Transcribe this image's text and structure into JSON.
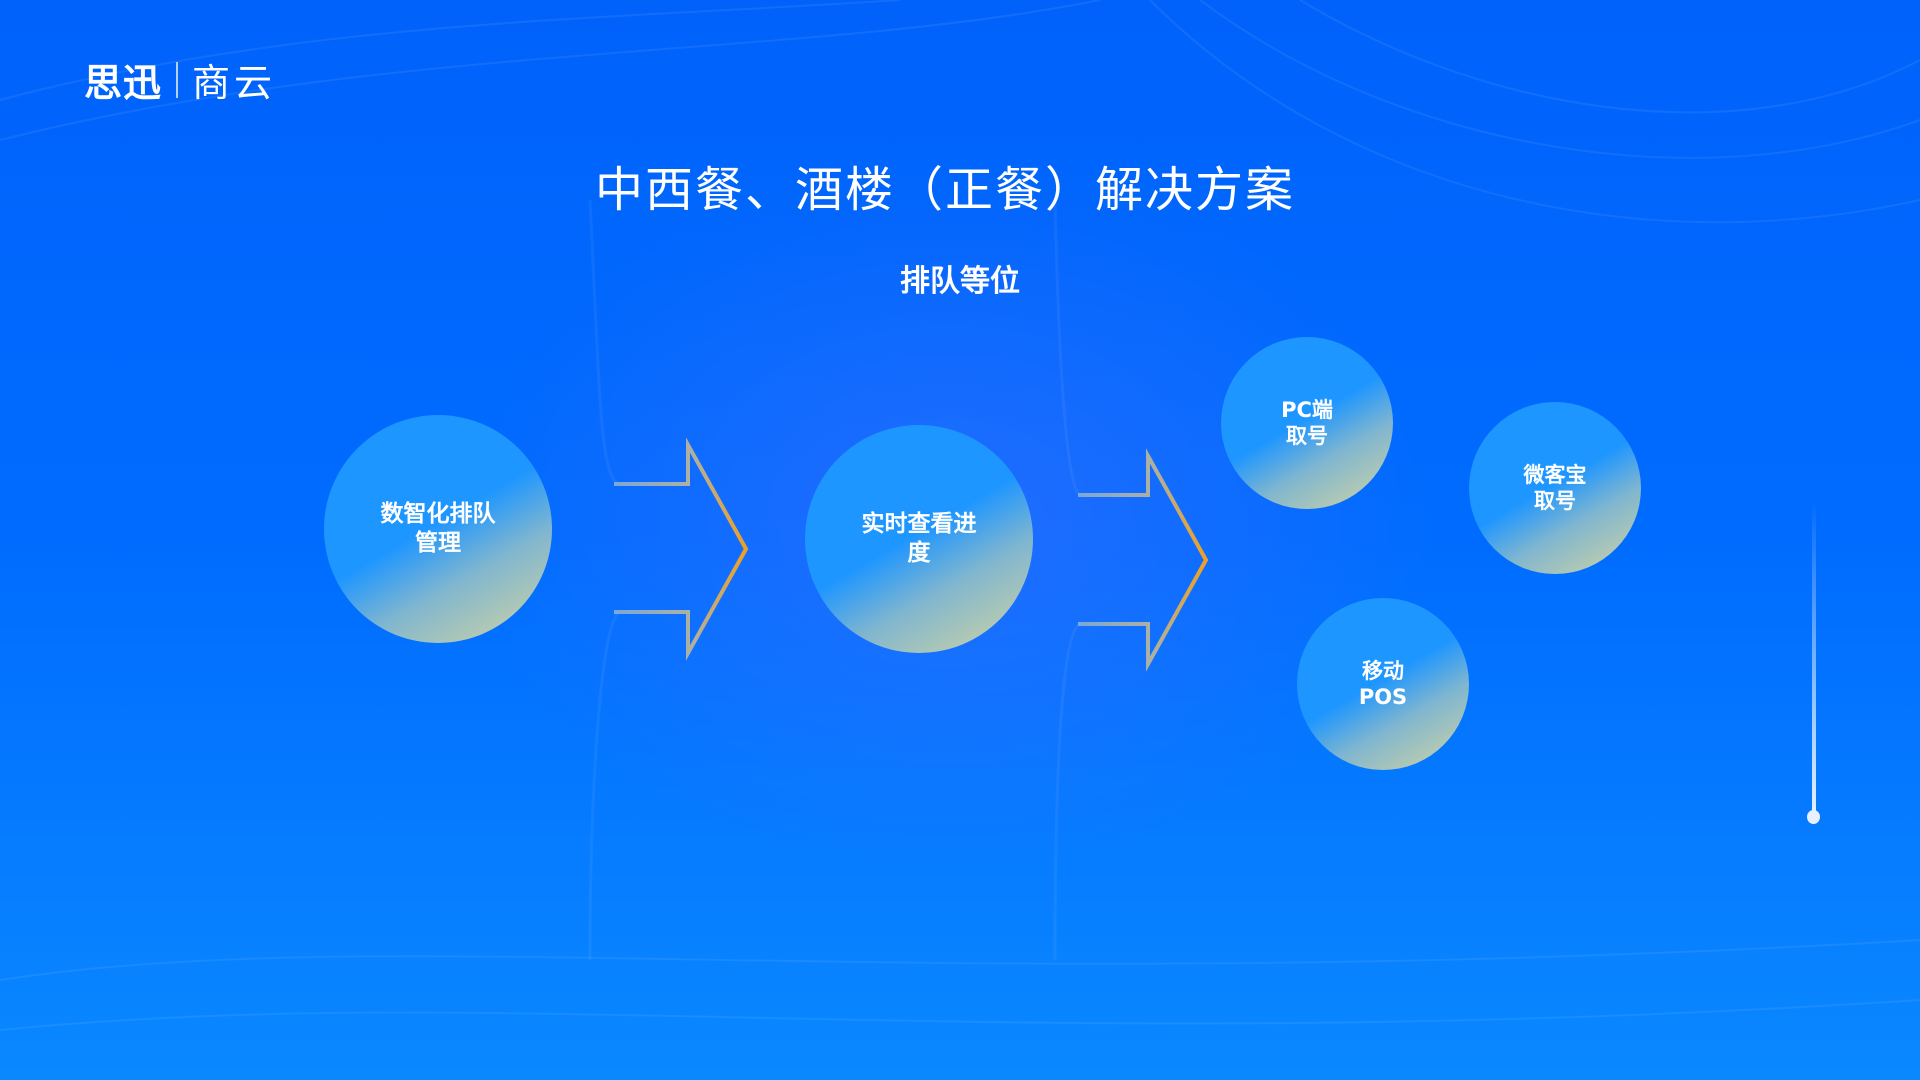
{
  "logo": {
    "brand": "思迅",
    "product": "商云"
  },
  "title": "中西餐、酒楼（正餐）解决方案",
  "subtitle": "排队等位",
  "steps": [
    {
      "label": "数智化排队\n管理"
    },
    {
      "label": "实时查看进\n度"
    }
  ],
  "channels": [
    {
      "label": "PC端\n取号"
    },
    {
      "label": "微客宝\n取号"
    },
    {
      "label": "移动\nPOS"
    }
  ],
  "colors": {
    "background": "#0066ff",
    "circle_start": "#1e96ff",
    "circle_end": "#d6d6a0",
    "arrow_accent": "#f0a020"
  }
}
